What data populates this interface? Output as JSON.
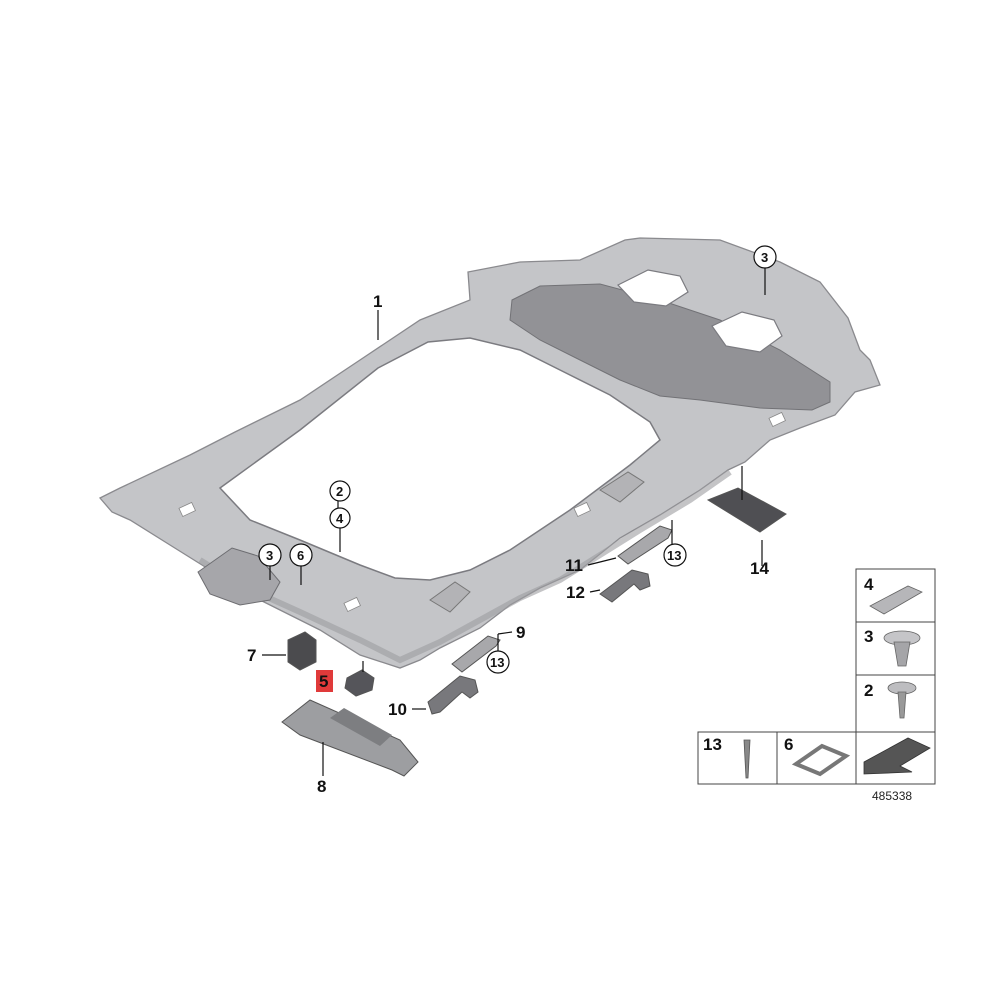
{
  "diagram_id": "485338",
  "highlight_color": "#e03a3a",
  "headliner_color": "#c7c7c9",
  "sunshade_color": "#6f6f72",
  "callouts": {
    "c1": "1",
    "c2": "2",
    "c3": "3",
    "c4": "4",
    "c5": "5",
    "c6": "6",
    "c7": "7",
    "c8": "8",
    "c9": "9",
    "c10": "10",
    "c11": "11",
    "c12": "12",
    "c13": "13",
    "c14": "14"
  },
  "legend": {
    "r4": "4",
    "r3": "3",
    "r2": "2",
    "r13": "13",
    "r6": "6"
  }
}
